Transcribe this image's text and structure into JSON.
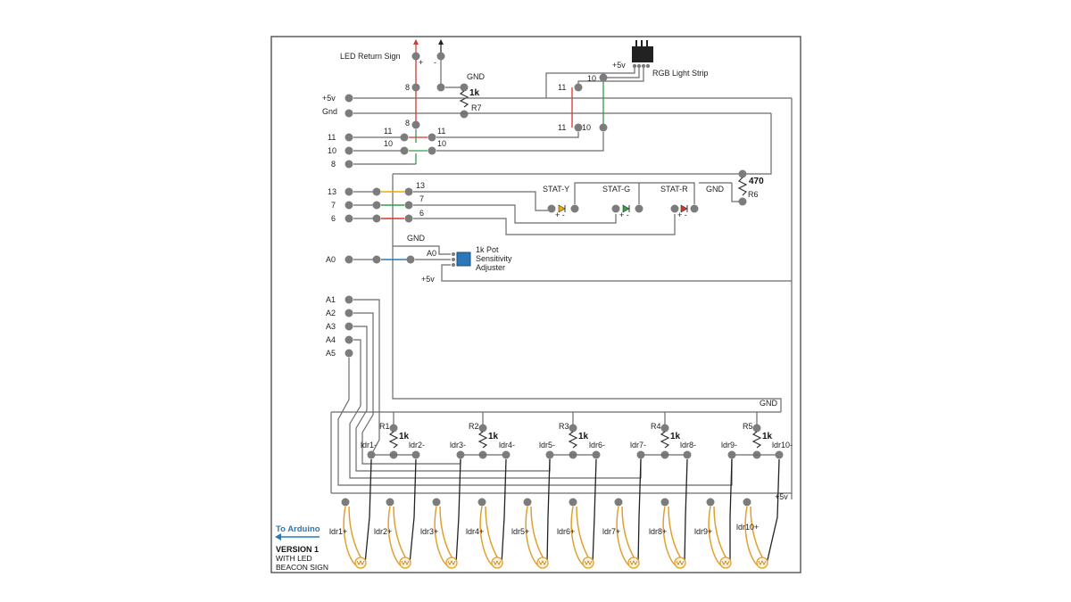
{
  "title": {
    "version": "VERSION 1",
    "line2": "WITH LED",
    "line3": "BEACON SIGN"
  },
  "arduino_link": "To Arduino",
  "led_sign": {
    "label": "LED Return Sign",
    "plus": "+",
    "minus": "-"
  },
  "rgb_strip": {
    "label": "RGB Light Strip",
    "plus5v": "+5v"
  },
  "left_pins": [
    "+5v",
    "Gnd",
    "11",
    "10",
    "8",
    "13",
    "7",
    "6",
    "A0",
    "A1",
    "A2",
    "A3",
    "A4",
    "A5"
  ],
  "net_labels": {
    "n8a": "8",
    "n8b": "8",
    "n11a": "11",
    "n11b": "11",
    "n10a": "10",
    "n10b": "10",
    "n11c": "11",
    "n10c": "10",
    "n11d": "11",
    "n10d": "10",
    "n13": "13",
    "n7": "7",
    "n6": "6"
  },
  "gnd_labels": [
    "GND",
    "GND",
    "GND",
    "GND"
  ],
  "r7": {
    "value": "1k",
    "name": "R7"
  },
  "r6": {
    "value": "470",
    "name": "R6"
  },
  "status_leds": [
    "STAT-Y",
    "STAT-G",
    "STAT-R"
  ],
  "pot": {
    "line1": "1k Pot",
    "line2": "Sensitivity",
    "line3": "Adjuster",
    "pin": "A0",
    "supply": "+5v"
  },
  "resistors": [
    {
      "name": "R1",
      "value": "1k"
    },
    {
      "name": "R2",
      "value": "1k"
    },
    {
      "name": "R3",
      "value": "1k"
    },
    {
      "name": "R4",
      "value": "1k"
    },
    {
      "name": "R5",
      "value": "1k"
    }
  ],
  "ldr_minus": [
    "ldr1-",
    "ldr2-",
    "ldr3-",
    "ldr4-",
    "ldr5-",
    "ldr6-",
    "ldr7-",
    "ldr8-",
    "ldr9-",
    "ldr10-"
  ],
  "ldr_plus": [
    "ldr1+",
    "ldr2+",
    "ldr3+",
    "ldr4+",
    "ldr5+",
    "ldr6+",
    "ldr7+",
    "ldr8+",
    "ldr9+",
    "ldr10+"
  ],
  "bottom_supply": "+5v",
  "colors": {
    "frame": "#444444",
    "wire": "#6b6b6b",
    "red": "#d9342b",
    "green": "#2e9e4b",
    "yellow": "#f2a900",
    "blue": "#2a78b8",
    "ldr": "#e0a030"
  }
}
